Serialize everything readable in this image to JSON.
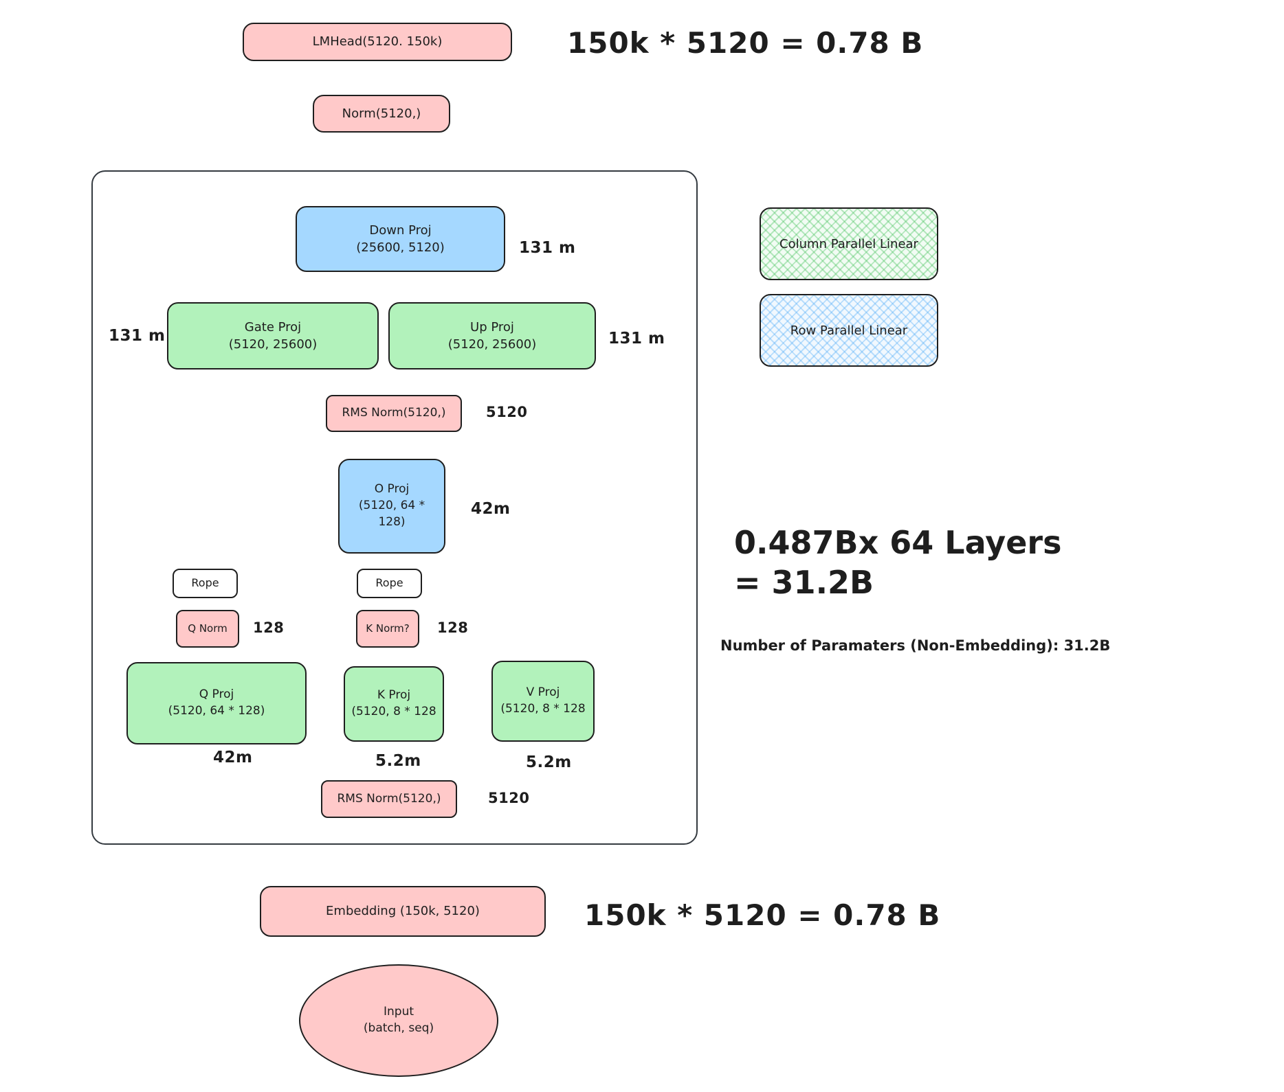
{
  "nodes": {
    "lmhead": {
      "label": "LMHead(5120. 150k)"
    },
    "norm_top": {
      "label": "Norm(5120,)"
    },
    "down_proj": {
      "label": "Down Proj\n(25600, 5120)",
      "annot": "131 m"
    },
    "gate_proj": {
      "label": "Gate Proj\n(5120, 25600)",
      "annot": "131 m"
    },
    "up_proj": {
      "label": "Up Proj\n(5120, 25600)",
      "annot": "131 m"
    },
    "rms_norm_upper": {
      "label": "RMS Norm(5120,)",
      "annot": "5120"
    },
    "o_proj": {
      "label": "O Proj\n(5120, 64 *\n128)",
      "annot": "42m"
    },
    "rope_left": {
      "label": "Rope"
    },
    "rope_right": {
      "label": "Rope"
    },
    "q_norm": {
      "label": "Q Norm",
      "annot": "128"
    },
    "k_norm": {
      "label": "K Norm?",
      "annot": "128"
    },
    "q_proj": {
      "label": "Q Proj\n(5120, 64 * 128)",
      "annot": "42m"
    },
    "k_proj": {
      "label": "K Proj\n(5120, 8 * 128",
      "annot": "5.2m"
    },
    "v_proj": {
      "label": "V Proj\n(5120, 8 * 128",
      "annot": "5.2m"
    },
    "rms_norm_lower": {
      "label": "RMS Norm(5120,)",
      "annot": "5120"
    },
    "embedding": {
      "label": "Embedding (150k, 5120)"
    },
    "input": {
      "label": "Input\n(batch, seq)"
    }
  },
  "annotations": {
    "lmhead_calc": "150k * 5120 = 0.78 B",
    "embedding_calc": "150k * 5120 = 0.78 B",
    "layers_total": "0.487Bx 64 Layers\n= 31.2B",
    "params_note": "Number of Paramaters (Non-Embedding): 31.2B"
  },
  "legend": {
    "column_parallel": "Column Parallel Linear",
    "row_parallel": "Row Parallel Linear"
  },
  "colors": {
    "pink": "#ffc9c9",
    "green": "#b2f2bb",
    "blue": "#a5d8ff",
    "stroke": "#1e1e1e"
  }
}
